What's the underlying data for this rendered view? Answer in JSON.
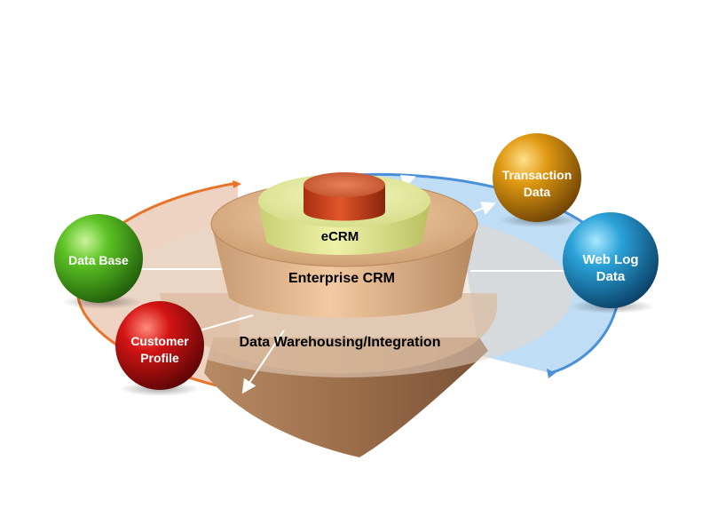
{
  "layers": {
    "top": "eCRM",
    "middle": "Enterprise CRM",
    "bottom": "Data Warehousing/Integration"
  },
  "spheres": [
    {
      "id": "data-base",
      "lines": [
        "Data Base"
      ],
      "color": "green"
    },
    {
      "id": "customer-profile",
      "lines": [
        "Customer",
        "Profile"
      ],
      "color": "red"
    },
    {
      "id": "transaction-data",
      "lines": [
        "Transaction",
        "Data"
      ],
      "color": "orange"
    },
    {
      "id": "web-log-data",
      "lines": [
        "Web Log",
        "Data"
      ],
      "color": "blue"
    }
  ],
  "colors": {
    "orange_arc": "#e8742a",
    "blue_arc": "#4a90d9",
    "green": "#3fa21c",
    "red": "#b80d0d",
    "orange": "#d48a0c",
    "blue": "#1f8fc7",
    "base_tan": "#c9986a",
    "layer_yellow": "#d9e28a",
    "cylinder_red": "#c23a14"
  }
}
